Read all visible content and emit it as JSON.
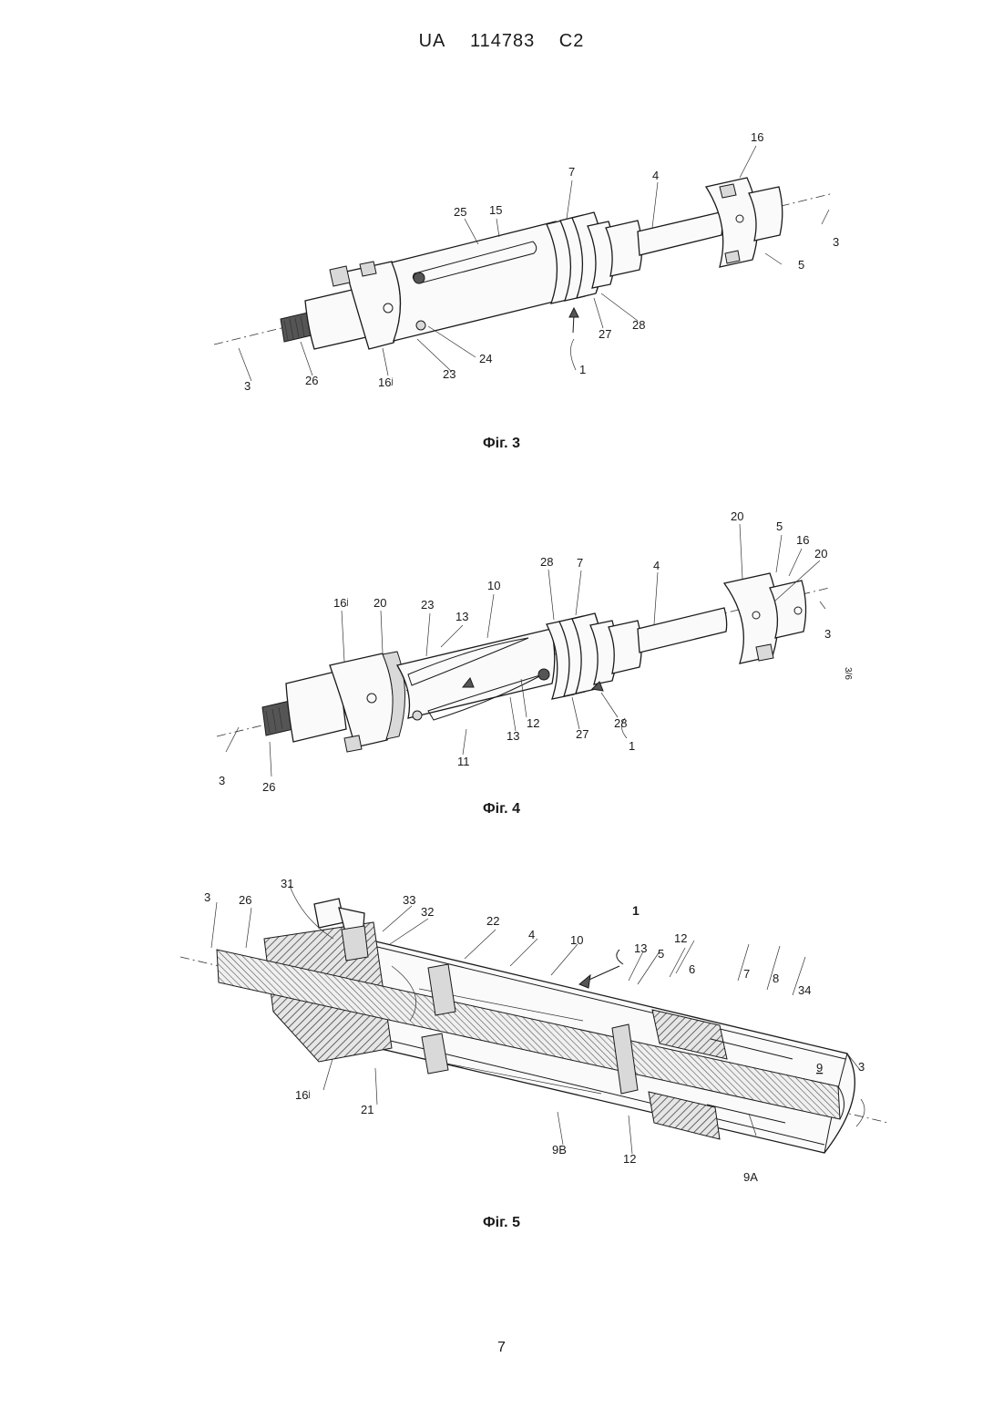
{
  "header": {
    "country": "UA",
    "number": "114783",
    "kind": "C2"
  },
  "side_note": "3/6",
  "page_number": "7",
  "figures": {
    "fig3": {
      "caption": "Фіг. 3",
      "labels": {
        "l16": "16",
        "l7": "7",
        "l4": "4",
        "l25": "25",
        "l15": "15",
        "l3a": "3",
        "l5": "5",
        "l27": "27",
        "l28": "28",
        "l1": "1",
        "l24": "24",
        "l23": "23",
        "l16p": "16ʲ",
        "l26": "26",
        "l3b": "3"
      }
    },
    "fig4": {
      "caption": "Фіг. 4",
      "labels": {
        "l20a": "20",
        "l5": "5",
        "l16": "16",
        "l20b": "20",
        "l28a": "28",
        "l7": "7",
        "l4": "4",
        "l10": "10",
        "l16p": "16ʲ",
        "l20c": "20",
        "l23": "23",
        "l13a": "13",
        "l3a": "3",
        "l12": "12",
        "l13b": "13",
        "l27": "27",
        "l28b": "28",
        "l1": "1",
        "l11": "11",
        "l3b": "3",
        "l26": "26"
      }
    },
    "fig5": {
      "caption": "Фіг. 5",
      "labels": {
        "l31": "31",
        "l33": "33",
        "l3a": "3",
        "l26": "26",
        "l32": "32",
        "l1": "1",
        "l22": "22",
        "l4": "4",
        "l10": "10",
        "l12a": "12",
        "l13": "13",
        "l5": "5",
        "l6": "6",
        "l7": "7",
        "l8": "8",
        "l34": "34",
        "l9": "9",
        "l3b": "3",
        "l16p": "16ʲ",
        "l21": "21",
        "l9b": "9B",
        "l12b": "12",
        "l9a": "9A"
      }
    }
  }
}
